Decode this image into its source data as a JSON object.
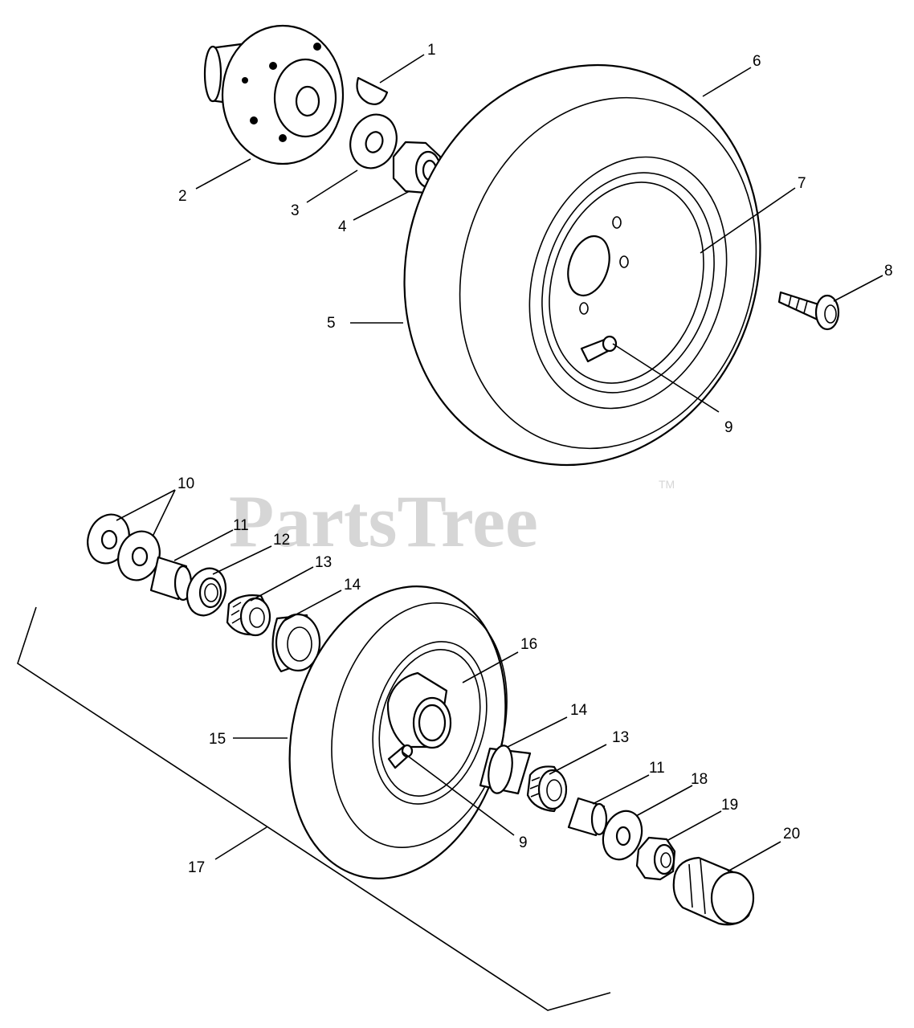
{
  "watermark": {
    "text": "PartsTree",
    "trademark": "TM"
  },
  "callouts": [
    {
      "id": "c1",
      "label": "1"
    },
    {
      "id": "c2",
      "label": "2"
    },
    {
      "id": "c3",
      "label": "3"
    },
    {
      "id": "c4",
      "label": "4"
    },
    {
      "id": "c5",
      "label": "5"
    },
    {
      "id": "c6",
      "label": "6"
    },
    {
      "id": "c7",
      "label": "7"
    },
    {
      "id": "c8",
      "label": "8"
    },
    {
      "id": "c9a",
      "label": "9"
    },
    {
      "id": "c10",
      "label": "10"
    },
    {
      "id": "c11a",
      "label": "11"
    },
    {
      "id": "c12",
      "label": "12"
    },
    {
      "id": "c13a",
      "label": "13"
    },
    {
      "id": "c14a",
      "label": "14"
    },
    {
      "id": "c15",
      "label": "15"
    },
    {
      "id": "c16",
      "label": "16"
    },
    {
      "id": "c14b",
      "label": "14"
    },
    {
      "id": "c13b",
      "label": "13"
    },
    {
      "id": "c11b",
      "label": "11"
    },
    {
      "id": "c18",
      "label": "18"
    },
    {
      "id": "c19",
      "label": "19"
    },
    {
      "id": "c20",
      "label": "20"
    },
    {
      "id": "c9b",
      "label": "9"
    },
    {
      "id": "c17",
      "label": "17"
    }
  ]
}
